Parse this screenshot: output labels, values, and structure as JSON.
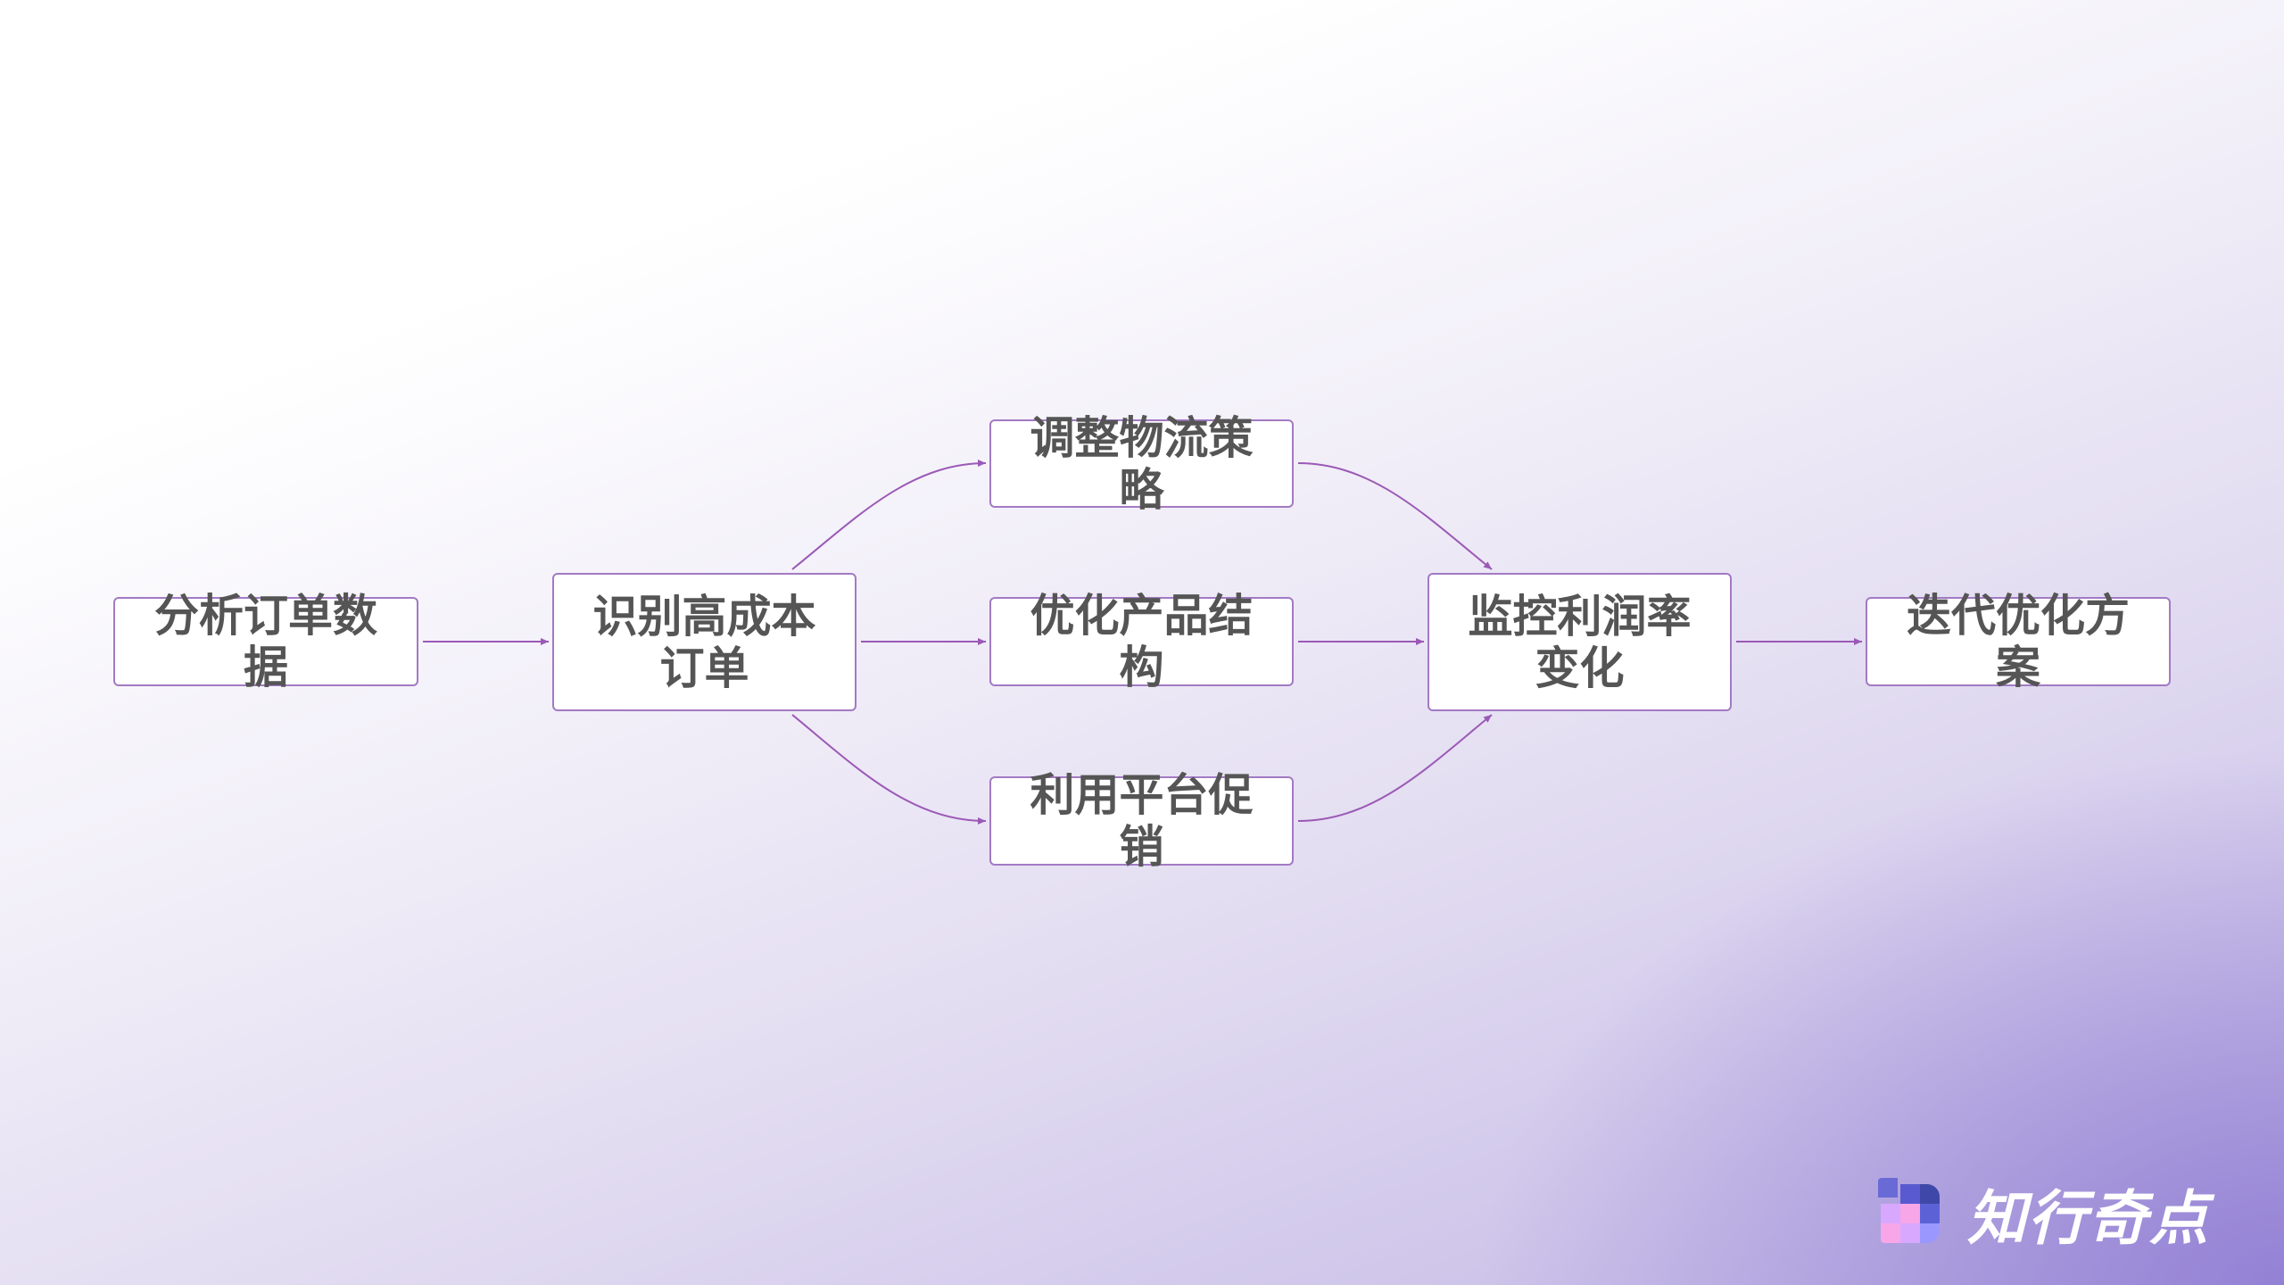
{
  "diagram": {
    "type": "flowchart",
    "nodes": [
      {
        "id": "n1",
        "label": "分析订单数据"
      },
      {
        "id": "n2",
        "label": "识别高成本订单"
      },
      {
        "id": "n3",
        "label": "调整物流策略"
      },
      {
        "id": "n4",
        "label": "优化产品结构"
      },
      {
        "id": "n5",
        "label": "利用平台促销"
      },
      {
        "id": "n6",
        "label": "监控利润率变化"
      },
      {
        "id": "n7",
        "label": "迭代优化方案"
      }
    ],
    "edges": [
      {
        "from": "n1",
        "to": "n2"
      },
      {
        "from": "n2",
        "to": "n3"
      },
      {
        "from": "n2",
        "to": "n4"
      },
      {
        "from": "n2",
        "to": "n5"
      },
      {
        "from": "n3",
        "to": "n6"
      },
      {
        "from": "n4",
        "to": "n6"
      },
      {
        "from": "n5",
        "to": "n6"
      },
      {
        "from": "n6",
        "to": "n7"
      }
    ]
  },
  "brand": {
    "name": "知行奇点",
    "logo_icon": "pixel-grid-logo"
  },
  "colors": {
    "node_border": "#a27ac4",
    "edge": "#9b59b6",
    "text": "#555555",
    "brand_text": "#ffffff"
  }
}
